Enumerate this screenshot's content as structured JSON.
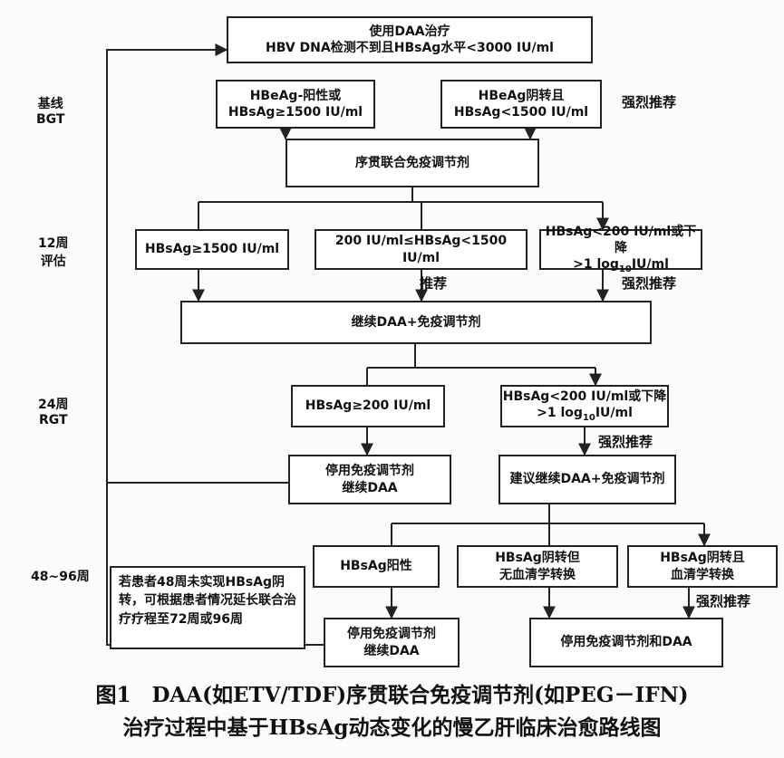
{
  "stages": {
    "baseline": [
      "基线",
      "BGT"
    ],
    "week12": [
      "12周",
      "评估"
    ],
    "week24": [
      "24周",
      "RGT"
    ],
    "week48": "48~96周"
  },
  "boxes": {
    "start": [
      "使用DAA治疗",
      "HBV DNA检测不到且HBsAg水平<3000 IU/ml"
    ],
    "b_pos": [
      "HBeAg-阳性或",
      "HBsAg≥1500 IU/ml"
    ],
    "b_neg": [
      "HBeAg阴转且",
      "HBsAg<1500 IU/ml"
    ],
    "seq": "序贯联合免疫调节剂",
    "w12_a": "HBsAg≥1500 IU/ml",
    "w12_b": "200 IU/ml≤HBsAg<1500 IU/ml",
    "w12_c1": "HBsAg<200 IU/ml或下降",
    "w12_c2_pre": ">1 log",
    "w12_c2_sub": "10",
    "w12_c2_post": "IU/ml",
    "cont": "继续DAA+免疫调节剂",
    "w24_a": "HBsAg≥200 IU/ml",
    "w24_b1": "HBsAg<200 IU/ml或下降",
    "w24_b2_pre": ">1 log",
    "w24_b2_sub": "10",
    "w24_b2_post": "IU/ml",
    "stop1": [
      "停用免疫调节剂",
      "继续DAA"
    ],
    "suggest": "建议继续DAA+免疫调节剂",
    "e_pos": "HBsAg阳性",
    "e_neg": [
      "HBsAg阴转但",
      "无血清学转换"
    ],
    "e_sero": [
      "HBsAg阴转且",
      "血清学转换"
    ],
    "stop2": [
      "停用免疫调节剂",
      "继续DAA"
    ],
    "stopall": "停用免疫调节剂和DAA"
  },
  "labels": {
    "strong1": "强烈推荐",
    "rec": "推荐",
    "strong2": "强烈推荐",
    "strong3": "强烈推荐",
    "strong4": "强烈推荐"
  },
  "note": "若患者48周未实现HBsAg阴转，可根据患者情况延长联合治疗疗程至72周或96周",
  "caption": [
    "图1　DAA(如ETV/TDF)序贯联合免疫调节剂(如PEG－IFN)",
    "治疗过程中基于HBsAg动态变化的慢乙肝临床治愈路线图"
  ]
}
